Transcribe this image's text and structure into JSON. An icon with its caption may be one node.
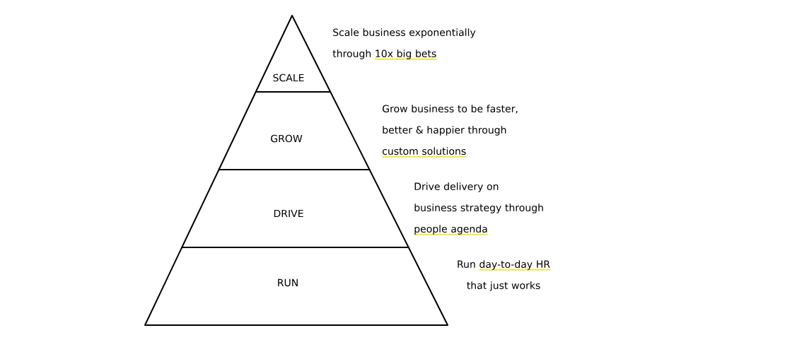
{
  "diagram": {
    "nodes": [
      {
        "text": [
          "SCALE"
        ],
        "beside": [
          "Scale business exponentially through",
          "10x big bets"
        ]
      },
      {
        "text": [
          "GROW"
        ],
        "beside": [
          "Grow business to be faster, better & happier through",
          "custom solutions"
        ]
      },
      {
        "text": [
          "DRIVE"
        ],
        "beside": [
          "Drive delivery on business strategy through",
          "people agenda"
        ]
      },
      {
        "text": [
          "RUN"
        ],
        "beside": [
          "Run",
          "day-to-day HR",
          "that just works"
        ]
      }
    ]
  }
}
